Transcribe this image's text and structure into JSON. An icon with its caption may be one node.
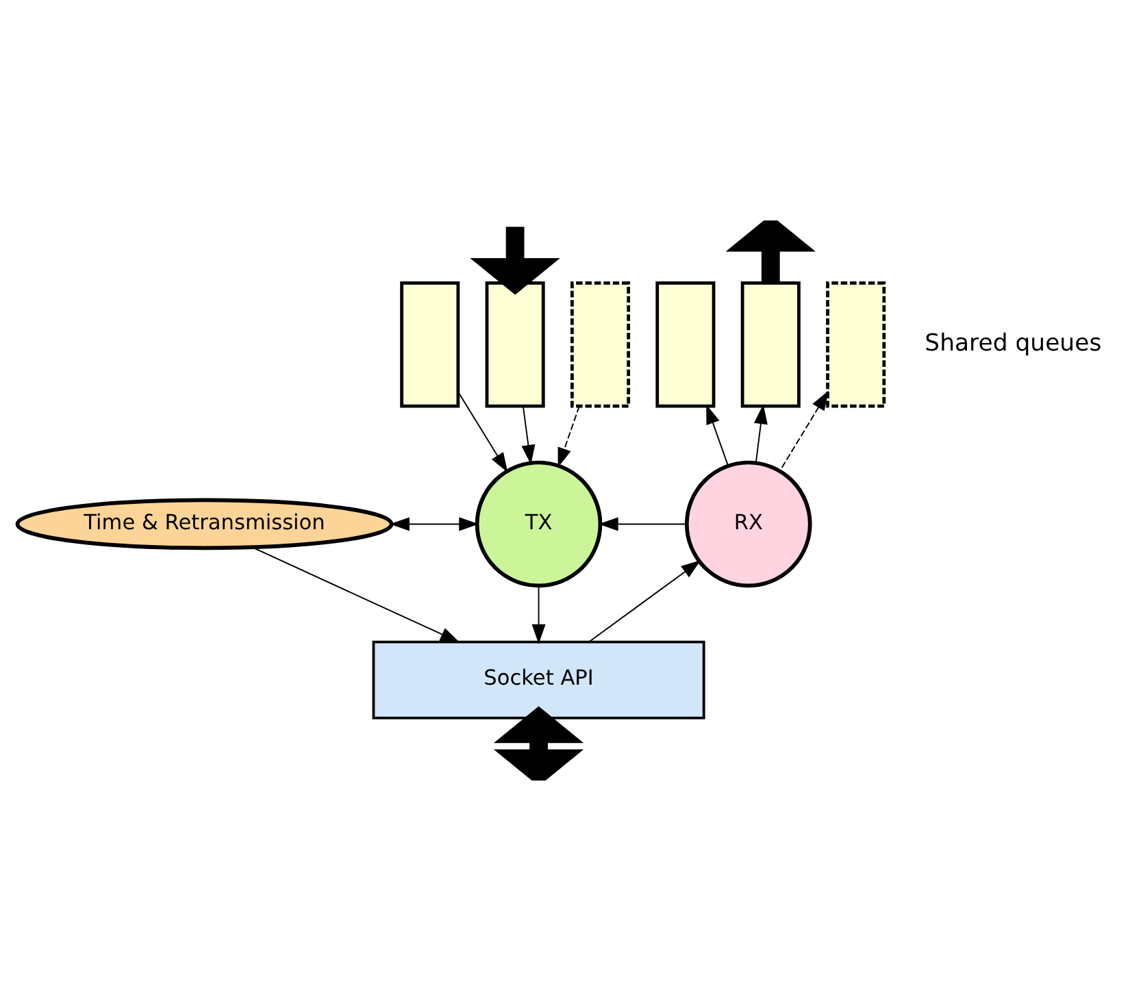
{
  "diagram": {
    "nodes": [
      {
        "text": [
          "Time & Retransmission"
        ]
      },
      {
        "text": [
          "TX"
        ]
      },
      {
        "text": [
          "RX"
        ]
      },
      {
        "text": [
          "Socket API"
        ]
      },
      {
        "text": [],
        "shape": "box"
      },
      {
        "text": [],
        "shape": "box"
      },
      {
        "text": [],
        "shape": "box"
      },
      {
        "text": [],
        "shape": "box"
      },
      {
        "text": [],
        "shape": "box"
      },
      {
        "text": [],
        "shape": "box"
      }
    ],
    "edges": [
      {
        "from": null,
        "to": 5,
        "arrow": "to",
        "style": "thick"
      },
      {
        "from": 8,
        "to": null,
        "arrow": "to",
        "style": "thick"
      },
      {
        "from": 4,
        "to": 1,
        "arrow": "to"
      },
      {
        "from": 5,
        "to": 1,
        "arrow": "to"
      },
      {
        "from": 6,
        "to": 1,
        "arrow": "to",
        "style": "dashed"
      },
      {
        "from": 2,
        "to": 7,
        "arrow": "to"
      },
      {
        "from": 2,
        "to": 8,
        "arrow": "to"
      },
      {
        "from": 2,
        "to": 9,
        "arrow": "to",
        "style": "dashed"
      },
      {
        "from": 0,
        "to": 1,
        "arrow": "both"
      },
      {
        "from": 2,
        "to": 1,
        "arrow": "to"
      },
      {
        "from": 0,
        "to": 3,
        "arrow": "to"
      },
      {
        "from": 1,
        "to": 3,
        "arrow": "to"
      },
      {
        "from": 3,
        "to": 2,
        "arrow": "to"
      },
      {
        "from": 3,
        "to": null,
        "arrow": "both",
        "style": "thick"
      }
    ],
    "labels": [
      "Shared queues"
    ]
  }
}
